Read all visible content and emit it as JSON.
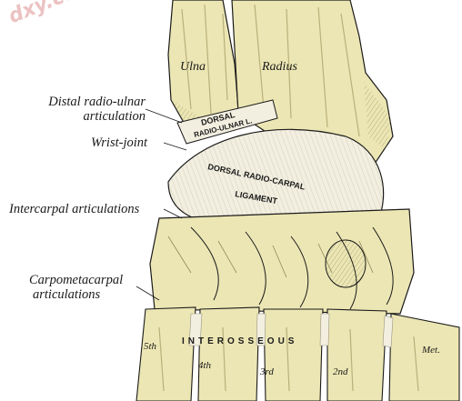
{
  "watermark": "dxy.com",
  "labels": {
    "distal_radio_ulnar_line1": "Distal radio-ulnar",
    "distal_radio_ulnar_line2": "articulation",
    "wrist_joint": "Wrist-joint",
    "intercarpal": "Intercarpal articulations",
    "carpometacarpal_line1": "Carpometacarpal",
    "carpometacarpal_line2": "articulations"
  },
  "bone_labels": {
    "ulna": "Ulna",
    "radius": "Radius",
    "met5": "5th",
    "met4": "4th",
    "met3": "3rd",
    "met2": "2nd",
    "met1": "Met."
  },
  "ligament_labels": {
    "dorsal_ru_1": "DORSAL",
    "dorsal_ru_2": "RADIO-ULNAR L.",
    "drc_1": "DORSAL RADIO-CARPAL",
    "drc_2": "LIGAMENT",
    "interosseous": "INTEROSSEOUS"
  },
  "colors": {
    "bone": "#ece6b4",
    "bone_shadow": "#c8c08a",
    "ligament": "#f2efe0",
    "ink": "#1a1a1a"
  }
}
